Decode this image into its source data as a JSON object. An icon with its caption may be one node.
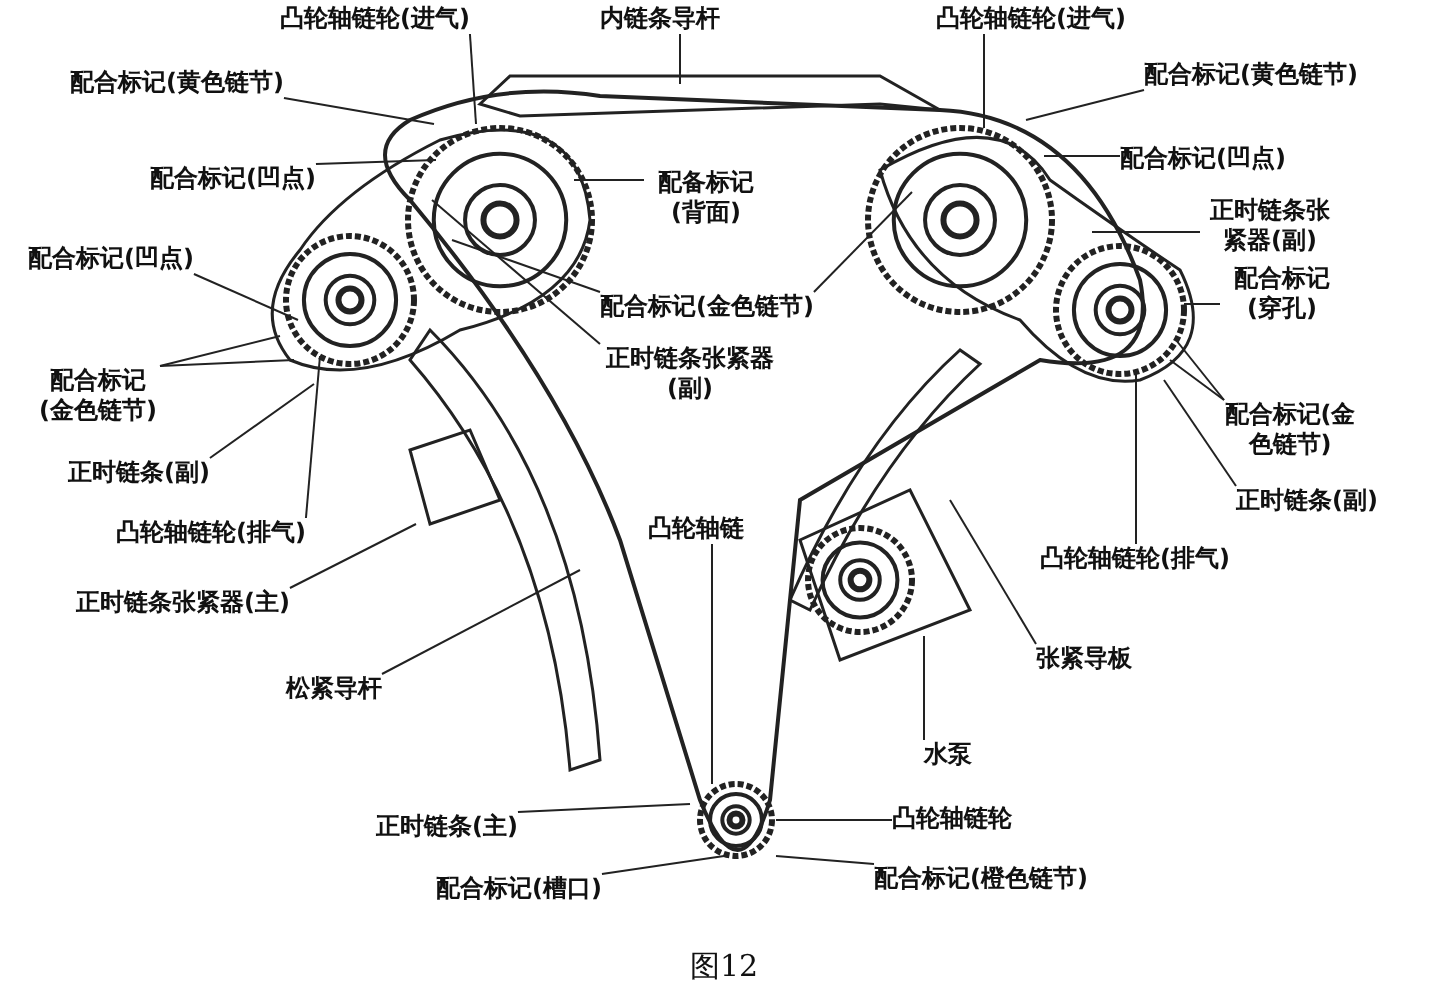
{
  "diagram": {
    "caption": "图12",
    "nodes": [
      {
        "text": [
          "凸轮轴链轮(进气)"
        ]
      },
      {
        "text": [
          "内链条导杆"
        ]
      },
      {
        "text": [
          "凸轮轴链轮(进气)"
        ]
      },
      {
        "text": [
          "配合标记(黄色链节)"
        ]
      },
      {
        "text": [
          "配合标记(凹点)"
        ]
      },
      {
        "text": [
          "配合标记(凹点)"
        ]
      },
      {
        "text": [
          "配合标记(金色链节)"
        ]
      },
      {
        "text": [
          "正时链条(副)"
        ]
      },
      {
        "text": [
          "凸轮轴链轮(排气)"
        ]
      },
      {
        "text": [
          "正时链条张紧器(主)"
        ]
      },
      {
        "text": [
          "松紧导杆"
        ]
      },
      {
        "text": [
          "正时链条(主)"
        ]
      },
      {
        "text": [
          "配合标记(槽口)"
        ]
      },
      {
        "text": [
          "配备标记(背面)"
        ]
      },
      {
        "text": [
          "配合标记(金色链节)"
        ]
      },
      {
        "text": [
          "正时链条张紧器(副)"
        ]
      },
      {
        "text": [
          "凸轮轴链"
        ]
      },
      {
        "text": [
          "配合标记(黄色链节)"
        ]
      },
      {
        "text": [
          "配合标记(凹点)"
        ]
      },
      {
        "text": [
          "正时链条张紧器(副)"
        ]
      },
      {
        "text": [
          "配合标记(穿孔)"
        ]
      },
      {
        "text": [
          "配合标记(金色链节)"
        ]
      },
      {
        "text": [
          "正时链条(副)"
        ]
      },
      {
        "text": [
          "凸轮轴链轮(排气)"
        ]
      },
      {
        "text": [
          "张紧导板"
        ]
      },
      {
        "text": [
          "水泵"
        ]
      },
      {
        "text": [
          "凸轮轴链轮"
        ]
      },
      {
        "text": [
          "配合标记(橙色链节)"
        ]
      }
    ],
    "edges": [
      {
        "from": 0,
        "to": null,
        "arrow": "none"
      },
      {
        "from": 1,
        "to": null,
        "arrow": "none"
      },
      {
        "from": 2,
        "to": null,
        "arrow": "none"
      },
      {
        "from": 3,
        "to": null,
        "arrow": "none"
      },
      {
        "from": 4,
        "to": null,
        "arrow": "none"
      },
      {
        "from": 5,
        "to": null,
        "arrow": "none"
      },
      {
        "from": 6,
        "to": null,
        "arrow": "none"
      },
      {
        "from": 6,
        "to": null,
        "arrow": "none"
      },
      {
        "from": 7,
        "to": null,
        "arrow": "none"
      },
      {
        "from": 8,
        "to": null,
        "arrow": "none"
      },
      {
        "from": 9,
        "to": null,
        "arrow": "none"
      },
      {
        "from": 10,
        "to": null,
        "arrow": "none"
      },
      {
        "from": 11,
        "to": null,
        "arrow": "none"
      },
      {
        "from": 12,
        "to": null,
        "arrow": "none"
      },
      {
        "from": 13,
        "to": null,
        "arrow": "none"
      },
      {
        "from": 14,
        "to": null,
        "arrow": "none"
      },
      {
        "from": 14,
        "to": null,
        "arrow": "none"
      },
      {
        "from": 15,
        "to": null,
        "arrow": "none"
      },
      {
        "from": 16,
        "to": null,
        "arrow": "none"
      },
      {
        "from": 17,
        "to": null,
        "arrow": "none"
      },
      {
        "from": 18,
        "to": null,
        "arrow": "none"
      },
      {
        "from": 19,
        "to": null,
        "arrow": "none"
      },
      {
        "from": 20,
        "to": null,
        "arrow": "none"
      },
      {
        "from": 21,
        "to": null,
        "arrow": "none"
      },
      {
        "from": 21,
        "to": null,
        "arrow": "none"
      },
      {
        "from": 22,
        "to": null,
        "arrow": "none"
      },
      {
        "from": 23,
        "to": null,
        "arrow": "none"
      },
      {
        "from": 24,
        "to": null,
        "arrow": "none"
      },
      {
        "from": 25,
        "to": null,
        "arrow": "none"
      },
      {
        "from": 26,
        "to": null,
        "arrow": "none"
      },
      {
        "from": 27,
        "to": null,
        "arrow": "none"
      }
    ]
  }
}
